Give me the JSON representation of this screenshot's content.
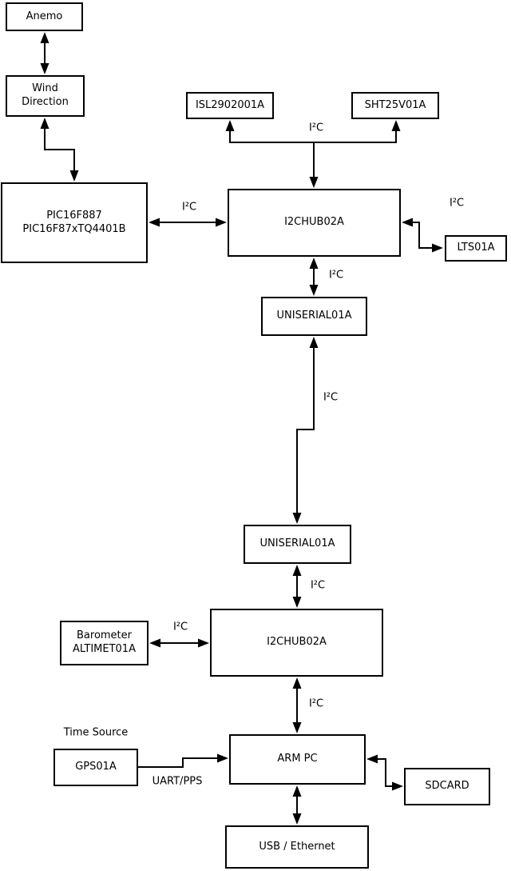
{
  "labels": {
    "i2c": "I²C",
    "uart_pps": "UART/PPS",
    "time_source": "Time Source"
  },
  "nodes": {
    "anemo": {
      "label": "Anemo"
    },
    "wind_direction": {
      "line1": "Wind",
      "line2": "Direction"
    },
    "pic": {
      "line1": "PIC16F887",
      "line2": "PIC16F87xTQ4401B"
    },
    "isl": {
      "label": "ISL2902001A"
    },
    "sht": {
      "label": "SHT25V01A"
    },
    "hub1": {
      "label": "I2CHUB02A"
    },
    "lts": {
      "label": "LTS01A"
    },
    "uniserial_top": {
      "label": "UNISERIAL01A"
    },
    "uniserial_bottom": {
      "label": "UNISERIAL01A"
    },
    "barometer": {
      "line1": "Barometer",
      "line2": "ALTIMET01A"
    },
    "hub2": {
      "label": "I2CHUB02A"
    },
    "gps": {
      "label": "GPS01A"
    },
    "arm_pc": {
      "label": "ARM PC"
    },
    "sdcard": {
      "label": "SDCARD"
    },
    "usb_ethernet": {
      "label": "USB / Ethernet"
    }
  },
  "edges": [
    {
      "from": "anemo",
      "to": "wind_direction",
      "label": "",
      "direction": "bidirectional"
    },
    {
      "from": "wind_direction",
      "to": "pic",
      "label": "",
      "direction": "bidirectional"
    },
    {
      "from": "pic",
      "to": "hub1",
      "label": "I²C",
      "direction": "bidirectional"
    },
    {
      "from": "hub1",
      "to": "isl",
      "label": "I²C",
      "direction": "bus-branch"
    },
    {
      "from": "hub1",
      "to": "sht",
      "label": "I²C",
      "direction": "bus-branch"
    },
    {
      "from": "hub1",
      "to": "lts",
      "label": "I²C",
      "direction": "bidirectional"
    },
    {
      "from": "hub1",
      "to": "uniserial_top",
      "label": "I²C",
      "direction": "bidirectional"
    },
    {
      "from": "uniserial_top",
      "to": "uniserial_bottom",
      "label": "I²C",
      "direction": "bidirectional"
    },
    {
      "from": "uniserial_bottom",
      "to": "hub2",
      "label": "I²C",
      "direction": "bidirectional"
    },
    {
      "from": "barometer",
      "to": "hub2",
      "label": "I²C",
      "direction": "bidirectional"
    },
    {
      "from": "hub2",
      "to": "arm_pc",
      "label": "I²C",
      "direction": "bidirectional"
    },
    {
      "from": "gps",
      "to": "arm_pc",
      "label": "UART/PPS",
      "direction": "unidirectional"
    },
    {
      "from": "arm_pc",
      "to": "sdcard",
      "label": "",
      "direction": "bidirectional"
    },
    {
      "from": "arm_pc",
      "to": "usb_ethernet",
      "label": "",
      "direction": "bidirectional"
    }
  ],
  "colors": {
    "line": "#000000",
    "node_fill": "#ffffff",
    "background": "#ffffff",
    "text": "#000000"
  }
}
